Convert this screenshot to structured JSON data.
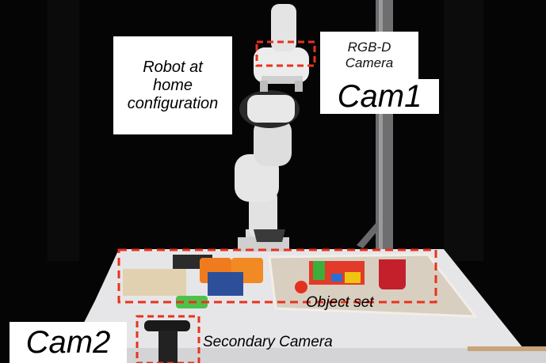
{
  "labels": {
    "robot_line1": "Robot at",
    "robot_line2": "home",
    "robot_line3": "configuration",
    "rgbd_line1": "RGB-D",
    "rgbd_line2": "Camera",
    "cam1": "Cam1",
    "cam2": "Cam2",
    "secondary_camera": "Secondary Camera",
    "object_set": "Object set"
  },
  "colors": {
    "background": "#000000",
    "annotation_dash": "#e8321e",
    "label_background": "#ffffff",
    "table": "#e9e9ea"
  }
}
